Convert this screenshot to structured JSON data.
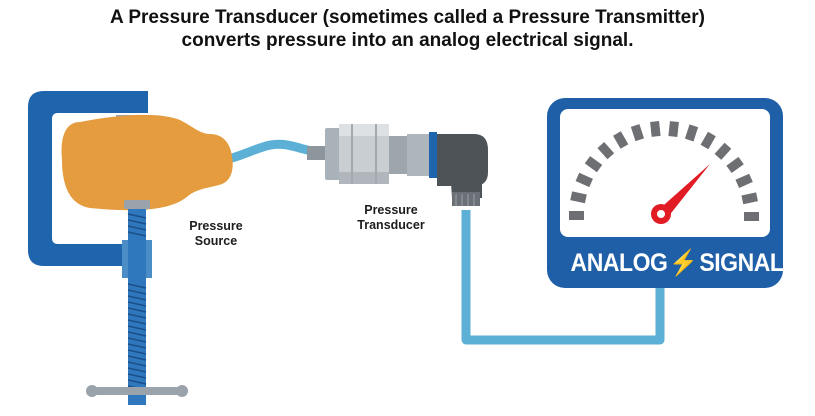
{
  "title": {
    "line1": "A Pressure Transducer (sometimes called a Pressure Transmitter)",
    "line2": "converts pressure into an analog electrical signal."
  },
  "labels": {
    "source_line1": "Pressure",
    "source_line2": "Source",
    "transducer_line1": "Pressure",
    "transducer_line2": "Transducer"
  },
  "gauge": {
    "banner_left": "ANALOG",
    "banner_right": "SIGNAL"
  },
  "colors": {
    "clamp_blue": "#1f65ad",
    "bulb_orange": "#e59c3f",
    "tube_blue": "#5cb0d6",
    "gauge_blue": "#1f5fa8",
    "needle_red": "#e11c24",
    "tick_gray": "#6d6f72"
  }
}
